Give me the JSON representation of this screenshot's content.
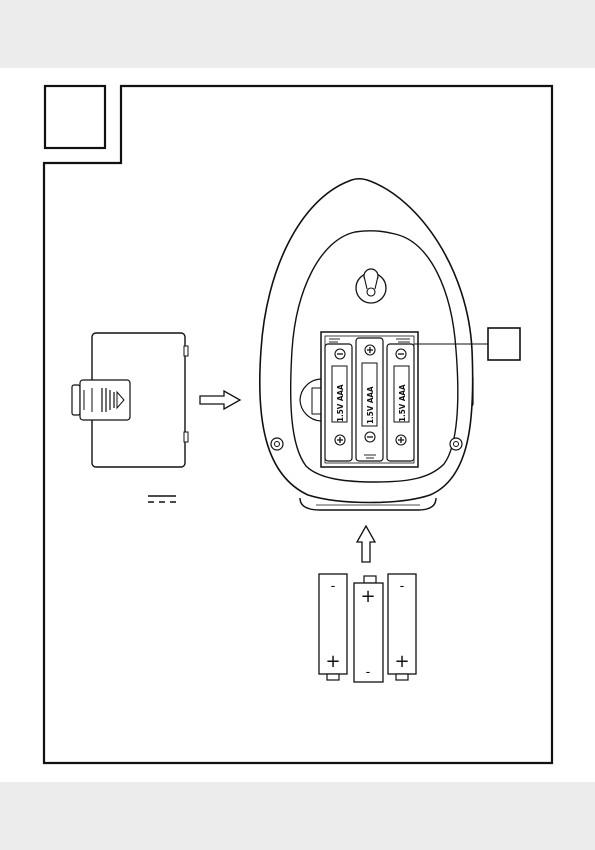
{
  "figure": {
    "number_box_label": "",
    "callout_box_label": ""
  },
  "compartment": {
    "battery_labels": [
      "1.5V AAA",
      "1.5V AAA",
      "1.5V AAA"
    ]
  },
  "loose_batteries": [
    {
      "top": "-",
      "bottom": "+"
    },
    {
      "top": "+",
      "bottom": "-"
    },
    {
      "top": "-",
      "bottom": "+"
    }
  ]
}
